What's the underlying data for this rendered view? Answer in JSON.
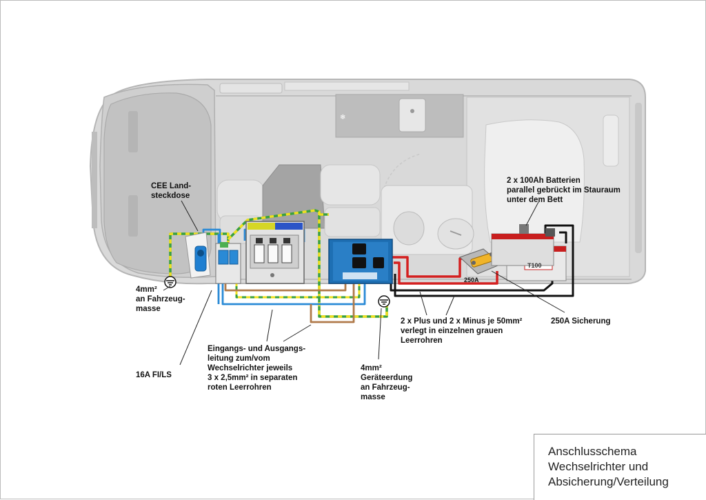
{
  "labels": {
    "cee": "CEE Land-\nsteckdose",
    "ground_vehicle": "4mm²\nan Fahrzeug-\nmasse",
    "fi_ls": "16A FI/LS",
    "cables_inout": "Eingangs- und Ausgangs-\nleitung zum/vom\nWechselrichter jeweils\n3 x 2,5mm² in separaten\nroten Leerrohren",
    "device_ground": "4mm²\nGeräteerdung\nan Fahrzeug-\nmasse",
    "plus_minus": "2 x Plus und 2 x Minus je 50mm²\nverlegt in einzelnen grauen\nLeerrohren",
    "fuse": "250A Sicherung",
    "batteries": "2 x 100Ah Batterien\nparallel gebrückt im Stauraum\nunter dem Bett",
    "fuse_small": "250A",
    "battery_brand": "T100"
  },
  "title": {
    "line1": "Anschlusschema",
    "line2": "Wechselrichter und",
    "line3": "Absicherung/Verteilung"
  },
  "colors": {
    "van_fill": "#d6d6d6",
    "van_stroke": "#b9b9b9",
    "inverter": "#1e6fb3",
    "wire_blue": "#2a8ad6",
    "wire_brown": "#b07a4a",
    "wire_ground_green": "#3aa040",
    "wire_ground_yellow": "#f0e020",
    "wire_red": "#d42020",
    "wire_black": "#111111",
    "battery_red": "#c81e1e"
  }
}
